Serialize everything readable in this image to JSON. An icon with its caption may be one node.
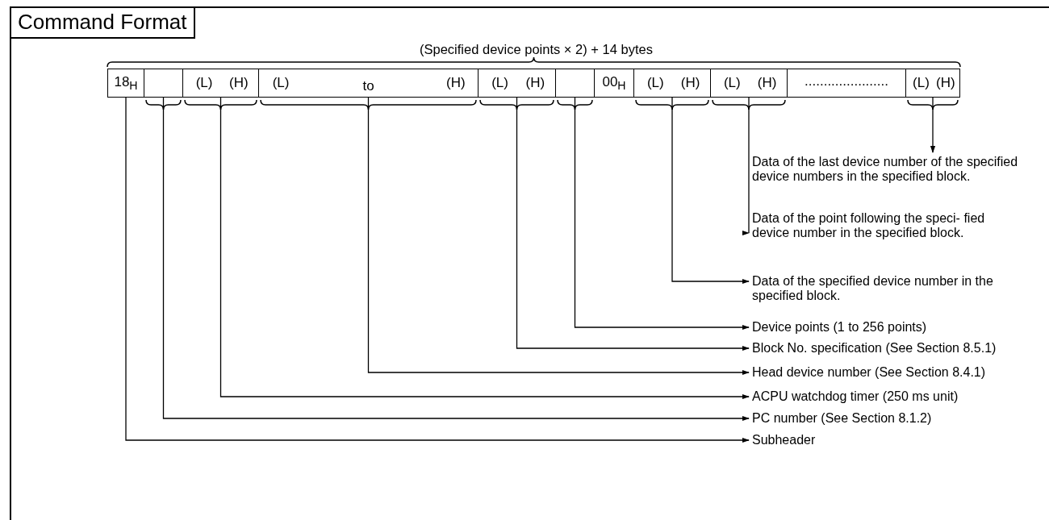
{
  "diagram": {
    "title": "Command Format",
    "nodes": [
      {
        "text": [
          "18$_{H}$"
        ]
      },
      {
        "text": [],
        "shape": "box"
      },
      {
        "text": [
          "(L)",
          "(H)"
        ]
      },
      {
        "text": [
          "(L)",
          "to",
          "(H)"
        ]
      },
      {
        "text": [
          "(L)",
          "(H)"
        ]
      },
      {
        "text": [],
        "shape": "box"
      },
      {
        "text": [
          "00$_{H}$"
        ]
      },
      {
        "text": [
          "(L)",
          "(H)"
        ]
      },
      {
        "text": [
          "(L)",
          "(H)"
        ]
      },
      {
        "text": [
          "......................"
        ]
      },
      {
        "text": [
          "(L)",
          "(H)"
        ]
      },
      {
        "text": [
          "Data of the last device number of the specified device numbers in the specified block."
        ]
      },
      {
        "text": [
          "Data of the point following the speci- fied device number in the specified block."
        ]
      },
      {
        "text": [
          "Data of the specified device number in the specified block."
        ]
      },
      {
        "text": [
          "Device points (1 to 256 points)"
        ]
      },
      {
        "text": [
          "Block No. specification (See Section 8.5.1)"
        ]
      },
      {
        "text": [
          "Head device number (See Section 8.4.1)"
        ]
      },
      {
        "text": [
          "ACPU watchdog timer (250 ms unit)"
        ]
      },
      {
        "text": [
          "PC number (See Section 8.1.2)"
        ]
      },
      {
        "text": [
          "Subheader"
        ]
      }
    ],
    "edges": [
      {
        "from": 10,
        "to": 11,
        "arrow": "to"
      },
      {
        "from": 8,
        "to": 12,
        "arrow": "to"
      },
      {
        "from": 7,
        "to": 13,
        "arrow": "to"
      },
      {
        "from": 5,
        "to": 14,
        "arrow": "to"
      },
      {
        "from": 4,
        "to": 15,
        "arrow": "to"
      },
      {
        "from": 3,
        "to": 16,
        "arrow": "to"
      },
      {
        "from": 2,
        "to": 17,
        "arrow": "to"
      },
      {
        "from": 1,
        "to": 18,
        "arrow": "to"
      },
      {
        "from": 0,
        "to": 19,
        "arrow": "to"
      }
    ],
    "labels": [
      "(Specified device points × 2) + 14 bytes"
    ]
  }
}
